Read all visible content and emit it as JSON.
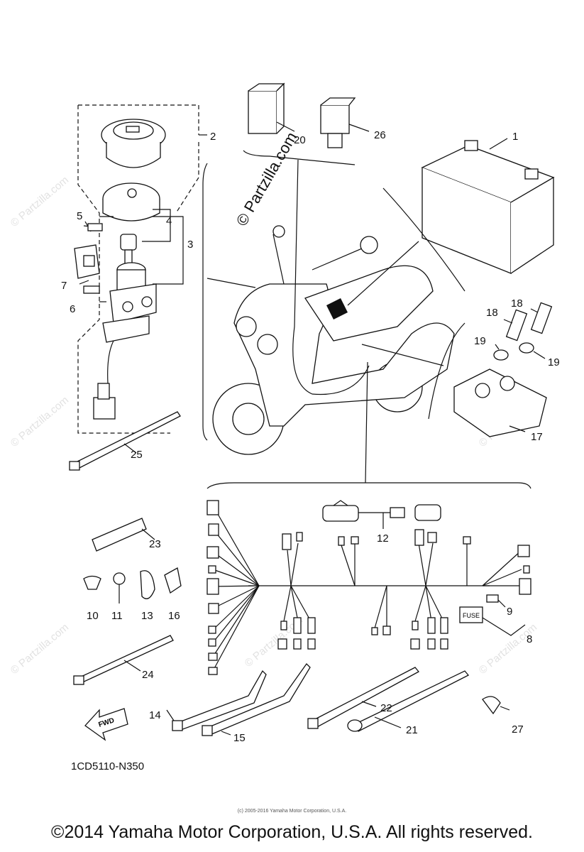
{
  "diagram_code": "1CD5110-N350",
  "copyright": "©2014 Yamaha Motor Corporation, U.S.A. All rights reserved.",
  "copyright_small": "(c) 2005-2016 Yamaha Motor Corporation, U.S.A.",
  "watermark": "© Partzilla.com",
  "fwd_label": "FWD",
  "fuse_label": "FUSE",
  "callouts": [
    "1",
    "2",
    "3",
    "4",
    "5",
    "6",
    "7",
    "8",
    "9",
    "10",
    "11",
    "12",
    "13",
    "14",
    "15",
    "16",
    "17",
    "18",
    "18",
    "19",
    "19",
    "20",
    "21",
    "22",
    "23",
    "24",
    "25",
    "26",
    "27"
  ]
}
